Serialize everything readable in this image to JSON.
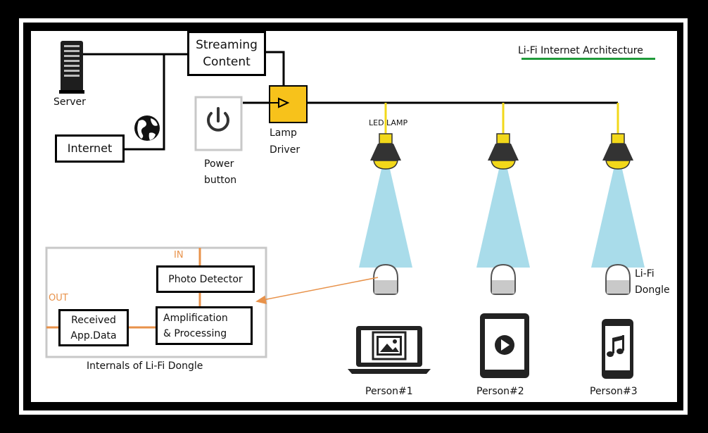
{
  "title": "Li-Fi Internet Architecture",
  "server_label": "Server",
  "internet_label": "Internet",
  "streaming_label_1": "Streaming",
  "streaming_label_2": "Content",
  "lamp_driver_1": "Lamp",
  "lamp_driver_2": "Driver",
  "power_button_1": "Power",
  "power_button_2": "button",
  "led_lamp_label": "LED LAMP",
  "dongle_label_1": "Li-Fi",
  "dongle_label_2": "Dongle",
  "internals": {
    "in_label": "IN",
    "out_label": "OUT",
    "photo_detector": "Photo Detector",
    "amp_1": "Amplification",
    "amp_2": "& Processing",
    "received_1": "Received",
    "received_2": "App.Data",
    "caption": "Internals of Li-Fi Dongle"
  },
  "persons": [
    "Person#1",
    "Person#2",
    "Person#3"
  ],
  "colors": {
    "frame": "#000000",
    "beam": "#a9dcea",
    "lamp_yellow": "#f2d81a",
    "driver_fill": "#f7c21b",
    "orange": "#e8924a",
    "title_underline": "#1f9a3a",
    "gray_border": "#c8c8c8"
  },
  "icons": [
    "server-icon",
    "globe-icon",
    "power-icon",
    "led-lamp-icon",
    "dongle-icon",
    "laptop-icon",
    "tablet-icon",
    "phone-icon",
    "image-icon",
    "play-icon",
    "music-icon"
  ]
}
